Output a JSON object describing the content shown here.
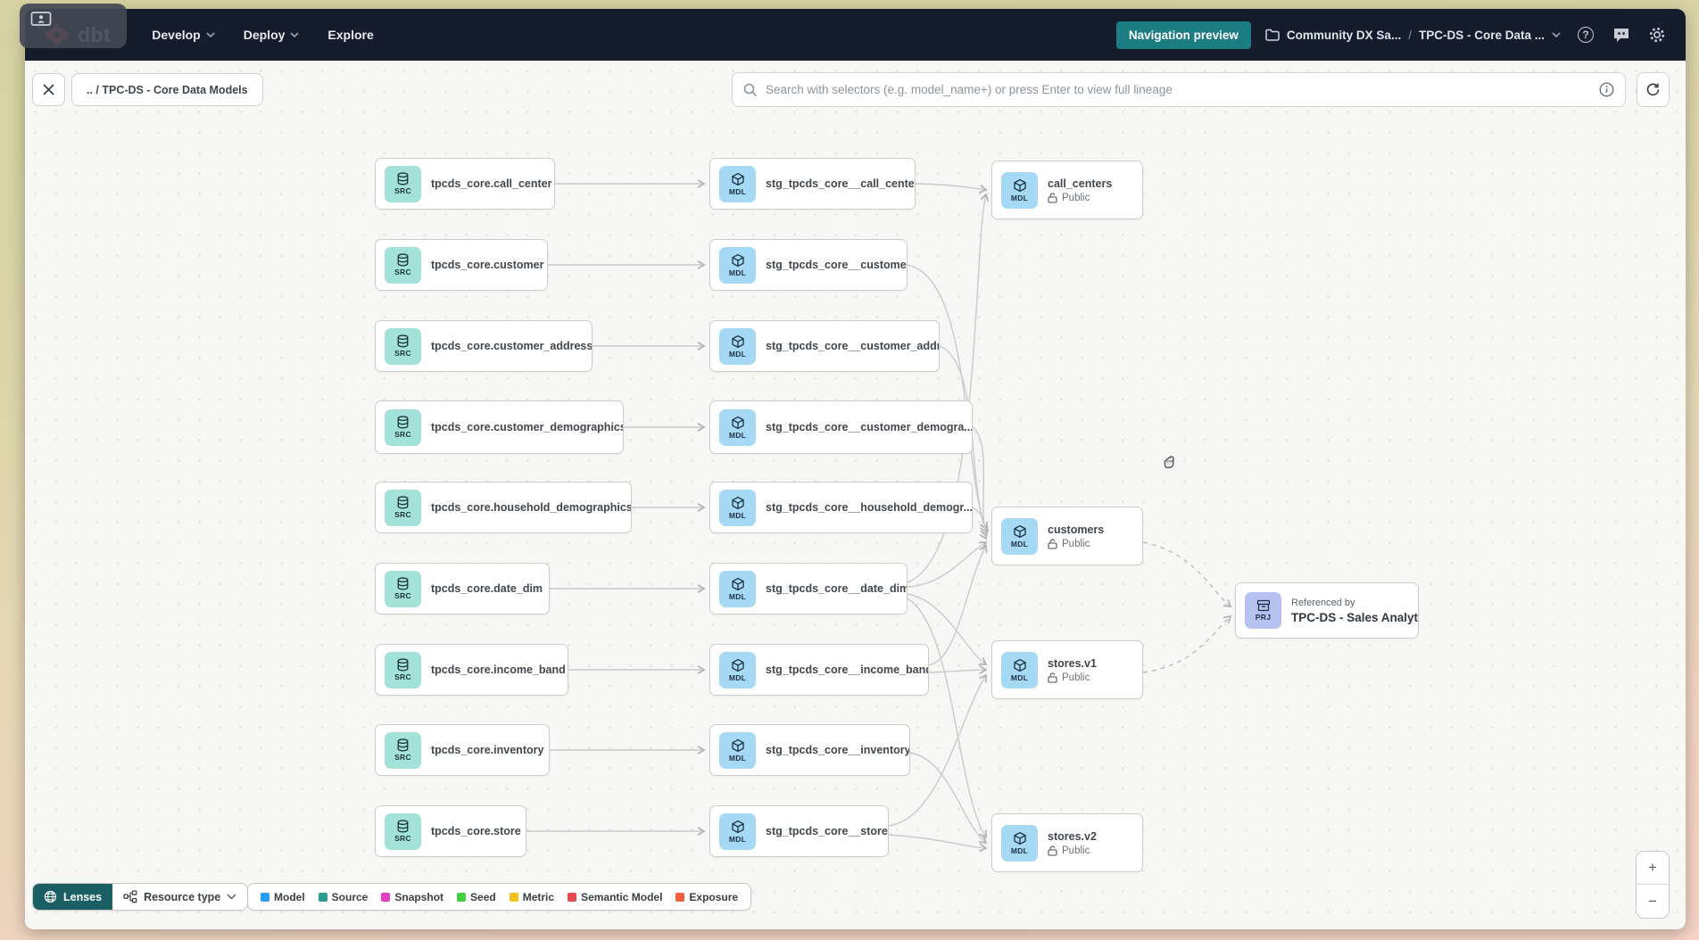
{
  "nav": {
    "brand": "dbt",
    "items": [
      {
        "label": "Develop"
      },
      {
        "label": "Deploy"
      },
      {
        "label": "Explore"
      }
    ],
    "preview_button": "Navigation preview",
    "breadcrumb": {
      "project": "Community DX Sa...",
      "separator": "/",
      "page": "TPC-DS - Core Data ..."
    }
  },
  "toolbar": {
    "lineage_breadcrumb": ".. / TPC-DS - Core Data Models",
    "search_placeholder": "Search with selectors (e.g. model_name+) or press Enter to view full lineage"
  },
  "graph": {
    "badges": {
      "src": "SRC",
      "mdl": "MDL",
      "prj": "PRJ"
    },
    "sources": [
      {
        "label": "tpcds_core.call_center"
      },
      {
        "label": "tpcds_core.customer"
      },
      {
        "label": "tpcds_core.customer_address"
      },
      {
        "label": "tpcds_core.customer_demographics"
      },
      {
        "label": "tpcds_core.household_demographics"
      },
      {
        "label": "tpcds_core.date_dim"
      },
      {
        "label": "tpcds_core.income_band"
      },
      {
        "label": "tpcds_core.inventory"
      },
      {
        "label": "tpcds_core.store"
      }
    ],
    "staging": [
      {
        "label": "stg_tpcds_core__call_center"
      },
      {
        "label": "stg_tpcds_core__customer"
      },
      {
        "label": "stg_tpcds_core__customer_address"
      },
      {
        "label": "stg_tpcds_core__customer_demogra..."
      },
      {
        "label": "stg_tpcds_core__household_demogr..."
      },
      {
        "label": "stg_tpcds_core__date_dim"
      },
      {
        "label": "stg_tpcds_core__income_band"
      },
      {
        "label": "stg_tpcds_core__inventory"
      },
      {
        "label": "stg_tpcds_core__store"
      }
    ],
    "models": [
      {
        "label": "call_centers",
        "visibility": "Public"
      },
      {
        "label": "customers",
        "visibility": "Public"
      },
      {
        "label": "stores.v1",
        "visibility": "Public"
      },
      {
        "label": "stores.v2",
        "visibility": "Public"
      }
    ],
    "project_node": {
      "caption": "Referenced by",
      "label": "TPC-DS - Sales Analytics"
    }
  },
  "footer": {
    "lenses_label": "Lenses",
    "resource_type_label": "Resource type",
    "legend": [
      {
        "label": "Model",
        "color": "#2b9df4"
      },
      {
        "label": "Source",
        "color": "#2a9d8f"
      },
      {
        "label": "Snapshot",
        "color": "#e23fc3"
      },
      {
        "label": "Seed",
        "color": "#43ce43"
      },
      {
        "label": "Metric",
        "color": "#f2c21c"
      },
      {
        "label": "Semantic Model",
        "color": "#e5484d"
      },
      {
        "label": "Exposure",
        "color": "#f4603e"
      }
    ]
  },
  "zoom_controls": {
    "zoom_in": "+",
    "zoom_out": "−"
  }
}
